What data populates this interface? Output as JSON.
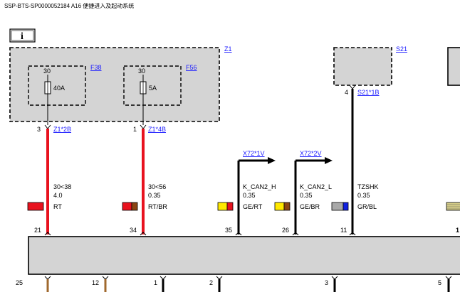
{
  "header": {
    "title": "SSP-BTS-SP0000052184 A16 便捷进入及起动系统"
  },
  "info_icon": {
    "glyph": "i"
  },
  "z1": {
    "label": "Z1",
    "fuses": [
      {
        "link": "F38",
        "pin": "30",
        "rating": "40A"
      },
      {
        "link": "F56",
        "pin": "30",
        "rating": "5A"
      }
    ]
  },
  "s21": {
    "label": "S21"
  },
  "wires": [
    {
      "pin": "3",
      "connector": "Z1*2B",
      "circuit": "30<38",
      "size": "4.0",
      "color_code": "RT",
      "wire_color": "#e8121e",
      "swatch": [
        "#e8121e"
      ],
      "bottom_pin": "21"
    },
    {
      "pin": "1",
      "connector": "Z1*4B",
      "circuit": "30<56",
      "size": "0.35",
      "color_code": "RT/BR",
      "wire_color": "#e8121e",
      "swatch": [
        "#e8121e",
        "#8b4513"
      ],
      "bottom_pin": "34"
    },
    {
      "circuit": "",
      "size": "",
      "color_code": "",
      "swatch": [
        "#ffe800",
        "#8b4513"
      ],
      "color_code2": "",
      "bottom_pin": ""
    },
    {
      "pin": "",
      "connector": "",
      "circuit": "K_CAN2_H",
      "size": "0.35",
      "color_code": "GE/RT",
      "wire_color": "#000000",
      "swatch": [
        "#ffe800",
        "#e8121e"
      ],
      "bottom_pin": "35",
      "arrow_link": "X72*1V"
    },
    {
      "pin": "",
      "connector": "",
      "circuit": "K_CAN2_L",
      "size": "0.35",
      "color_code": "GE/BR",
      "wire_color": "#000000",
      "swatch": [
        "#ffe800",
        "#8b4513"
      ],
      "bottom_pin": "26",
      "arrow_link": "X72*2V"
    },
    {
      "pin": "4",
      "connector": "S21*1B",
      "circuit": "TZSHK",
      "size": "0.35",
      "color_code": "GR/BL",
      "wire_color": "#000000",
      "swatch": [
        "#a8a8a8",
        "#1020e0"
      ],
      "bottom_pin": "11"
    }
  ],
  "edge_right": {
    "top_pin": "1"
  },
  "module_bottom_pins": [
    "25",
    "12",
    "1",
    "2",
    "3",
    "5"
  ],
  "colors": {
    "housing_fill": "#d4d4d4",
    "dashed_border": "#000000",
    "link": "#1a1aff"
  }
}
